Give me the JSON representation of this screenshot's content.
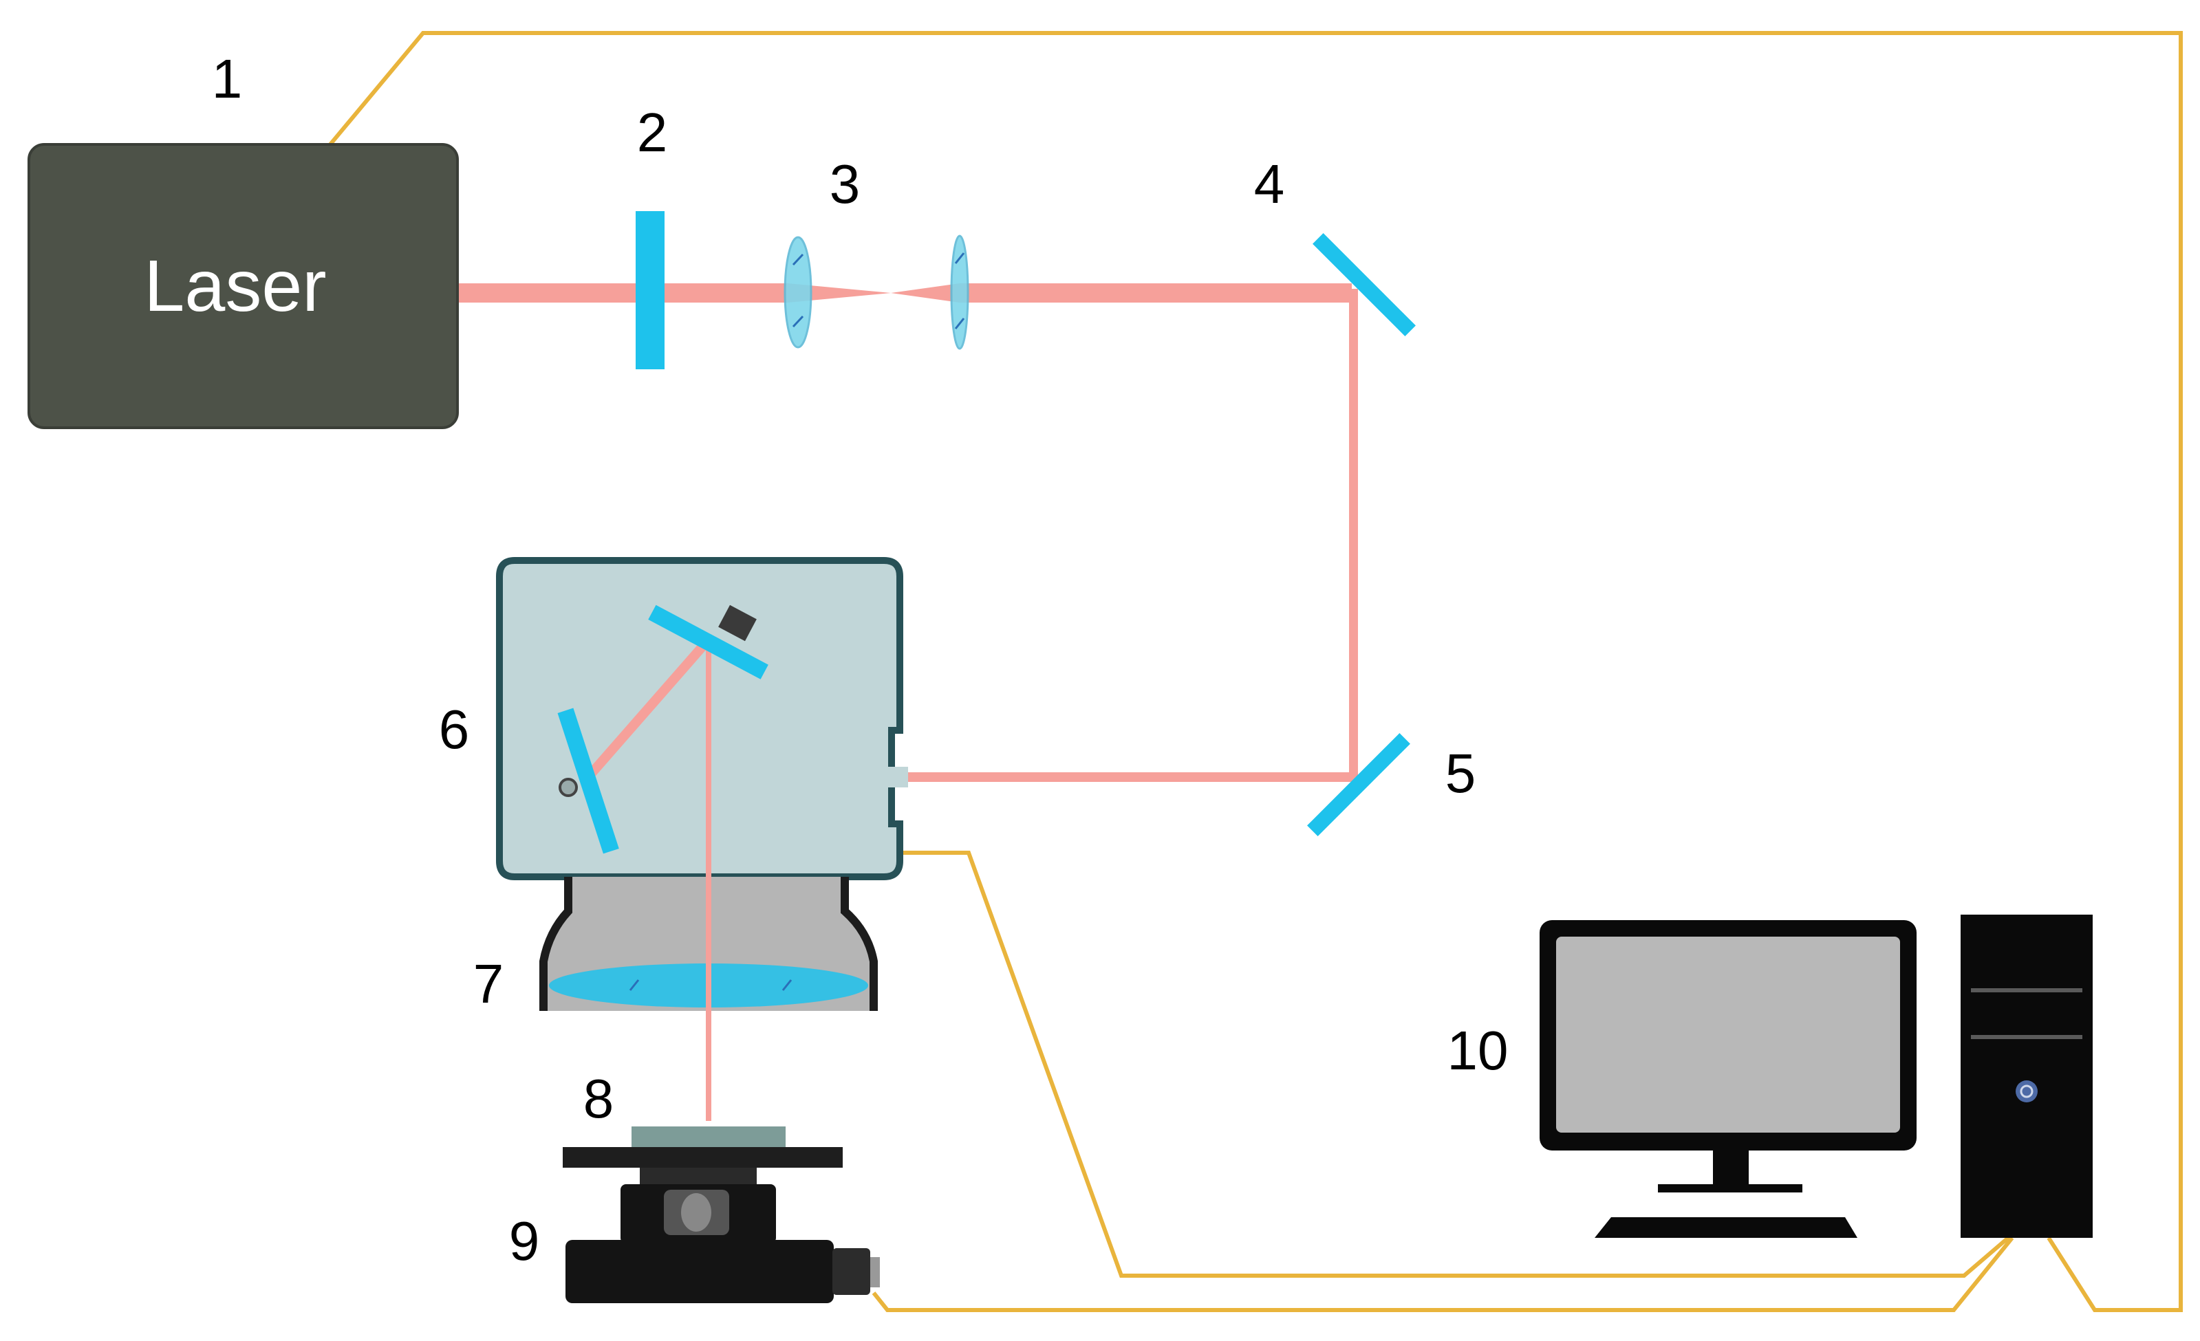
{
  "diagram": {
    "labels": {
      "laser_text": "Laser",
      "n1": "1",
      "n2": "2",
      "n3": "3",
      "n4": "4",
      "n5": "5",
      "n6": "6",
      "n7": "7",
      "n8": "8",
      "n9": "9",
      "n10": "10"
    },
    "colors": {
      "laser_body": "#4d5248",
      "beam": "#f6a09a",
      "optic": "#1ec2ec",
      "cable": "#e9b43c",
      "galvo_housing": "#c1d6d8",
      "galvo_border": "#275157",
      "lens_barrel": "#b5b5b5",
      "stage_dark": "#1e1e1e",
      "sample": "#7d9c98",
      "monitor_screen": "#b8b8b8",
      "pc_black": "#0a0a0a"
    }
  }
}
